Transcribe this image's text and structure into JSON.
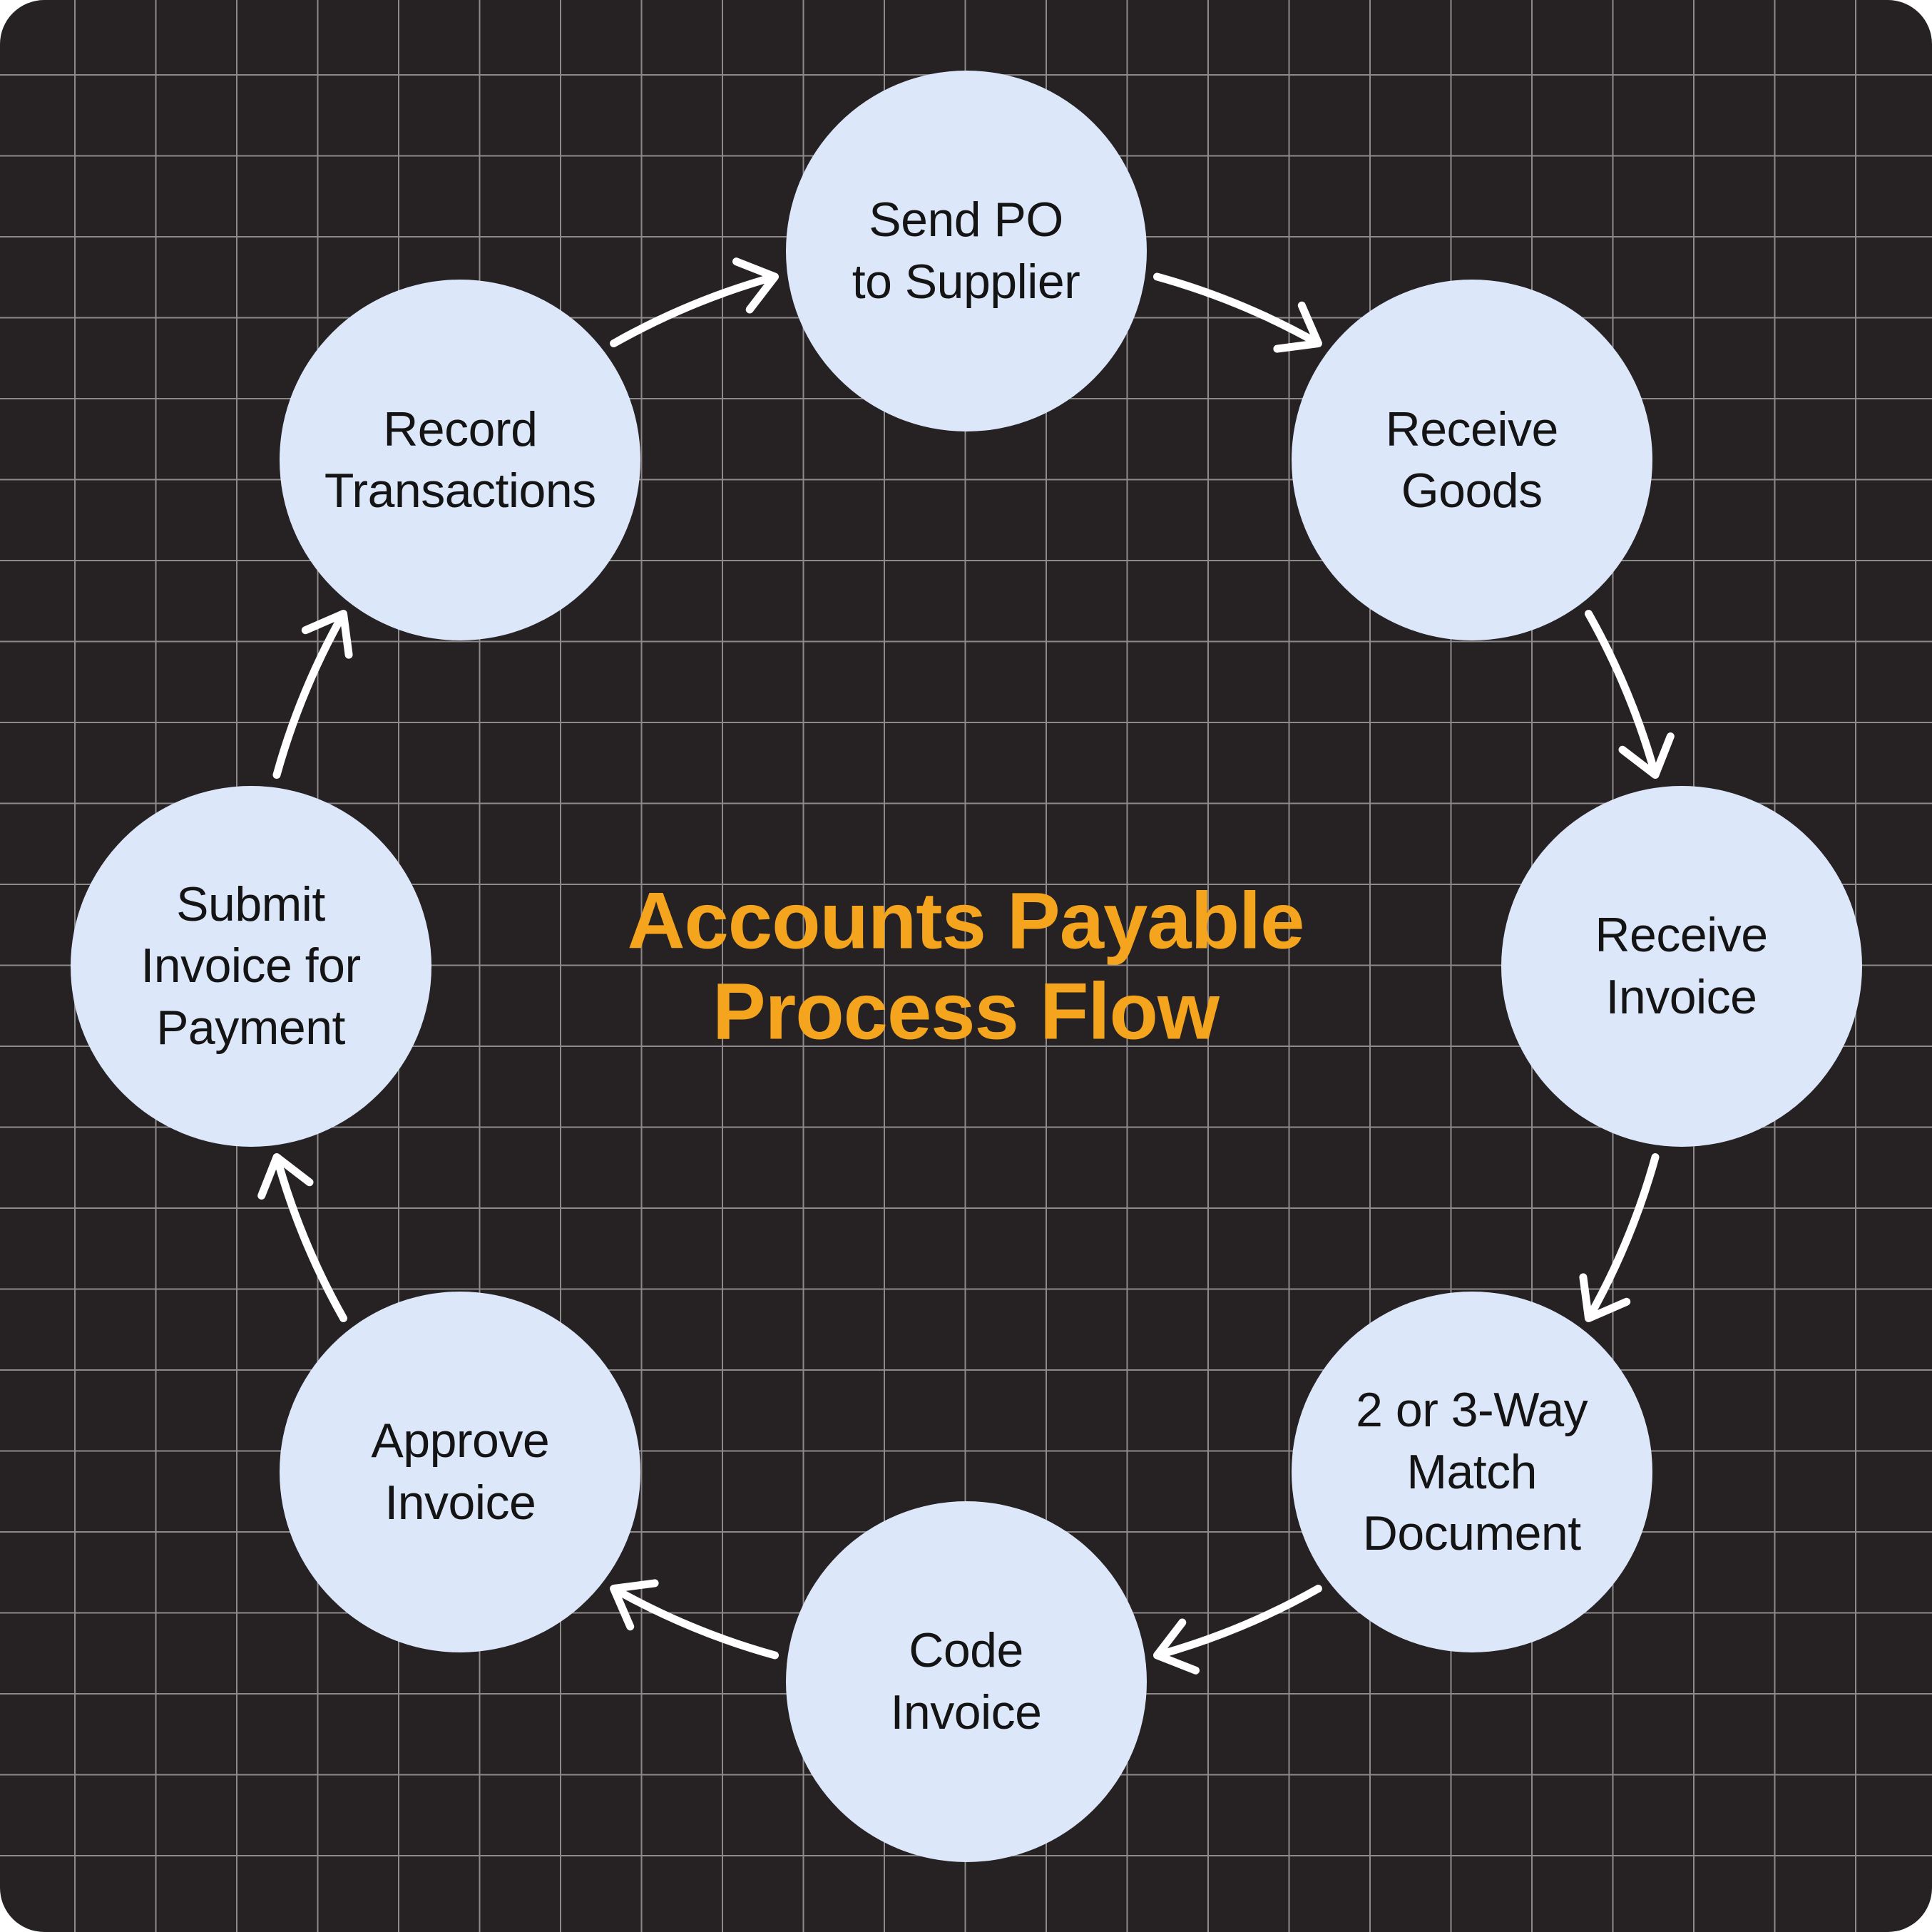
{
  "title": {
    "line1": "Accounts Payable",
    "line2": "Process Flow"
  },
  "flow_direction": "clockwise",
  "steps": [
    {
      "id": "send-po-to-supplier",
      "label": "Send PO to Supplier",
      "lines": [
        "Send PO",
        "to Supplier"
      ]
    },
    {
      "id": "receive-goods",
      "label": "Receive Goods",
      "lines": [
        "Receive",
        "Goods"
      ]
    },
    {
      "id": "receive-invoice",
      "label": "Receive Invoice",
      "lines": [
        "Receive",
        "Invoice"
      ]
    },
    {
      "id": "match-document",
      "label": "2 or 3-Way Match Document",
      "lines": [
        "2 or 3-Way",
        "Match",
        "Document"
      ]
    },
    {
      "id": "code-invoice",
      "label": "Code Invoice",
      "lines": [
        "Code",
        "Invoice"
      ]
    },
    {
      "id": "approve-invoice",
      "label": "Approve Invoice",
      "lines": [
        "Approve",
        "Invoice"
      ]
    },
    {
      "id": "submit-invoice-for-payment",
      "label": "Submit Invoice for Payment",
      "lines": [
        "Submit",
        "Invoice for",
        "Payment"
      ]
    },
    {
      "id": "record-transactions",
      "label": "Record Transactions",
      "lines": [
        "Record",
        "Transactions"
      ]
    }
  ],
  "colors": {
    "page_corner": "#ffffff",
    "background": "#262223",
    "grid_line": "#8d8a8b",
    "node_fill": "#dde7fa",
    "node_text": "#141414",
    "title": "#f4a41d",
    "arrow": "#ffffff"
  }
}
